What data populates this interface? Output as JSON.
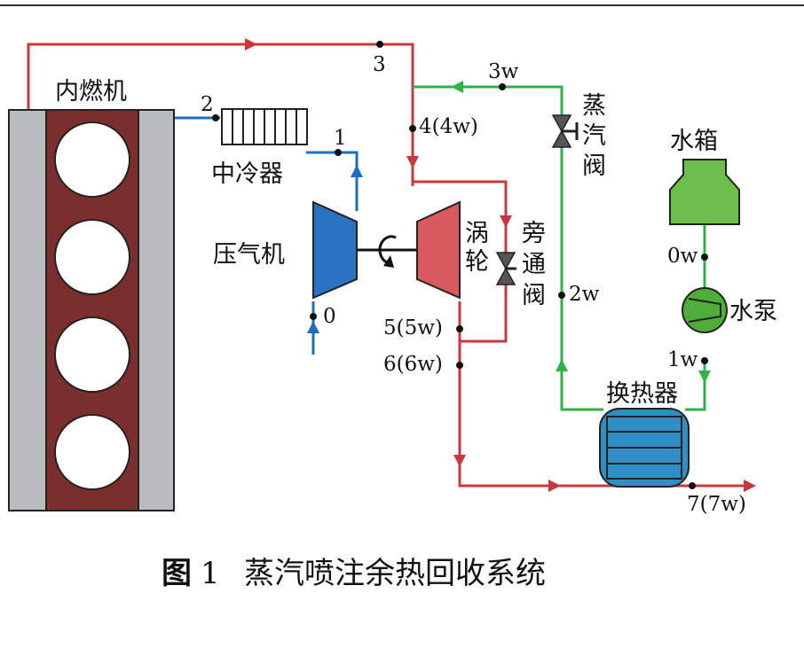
{
  "colors": {
    "exhaust": "#c8393f",
    "air": "#1c6fc0",
    "water": "#2db34a",
    "engine_block": "#7b2f2c",
    "engine_side": "#b9bcbf",
    "compressor": "#2a73c3",
    "turbine": "#d85a5f",
    "tank": "#6cbf4a",
    "pump": "#4fae3a",
    "heat_exchanger": "#2f8fc4"
  },
  "components": {
    "engine": "内燃机",
    "intercooler": "中冷器",
    "compressor": "压气机",
    "turbine": "涡轮",
    "bypass_valve": "旁通阀",
    "steam_valve": "蒸汽阀",
    "water_tank": "水箱",
    "water_pump": "水泵",
    "heat_exchanger": "换热器"
  },
  "points": {
    "p0": "0",
    "p1": "1",
    "p2": "2",
    "p3": "3",
    "p4": "4(4w)",
    "p5": "5(5w)",
    "p6": "6(6w)",
    "p7": "7(7w)",
    "p0w": "0w",
    "p1w": "1w",
    "p2w": "2w",
    "p3w": "3w"
  },
  "caption": {
    "figure_label": "图",
    "figure_number": "1",
    "title": "蒸汽喷注余热回收系统"
  }
}
